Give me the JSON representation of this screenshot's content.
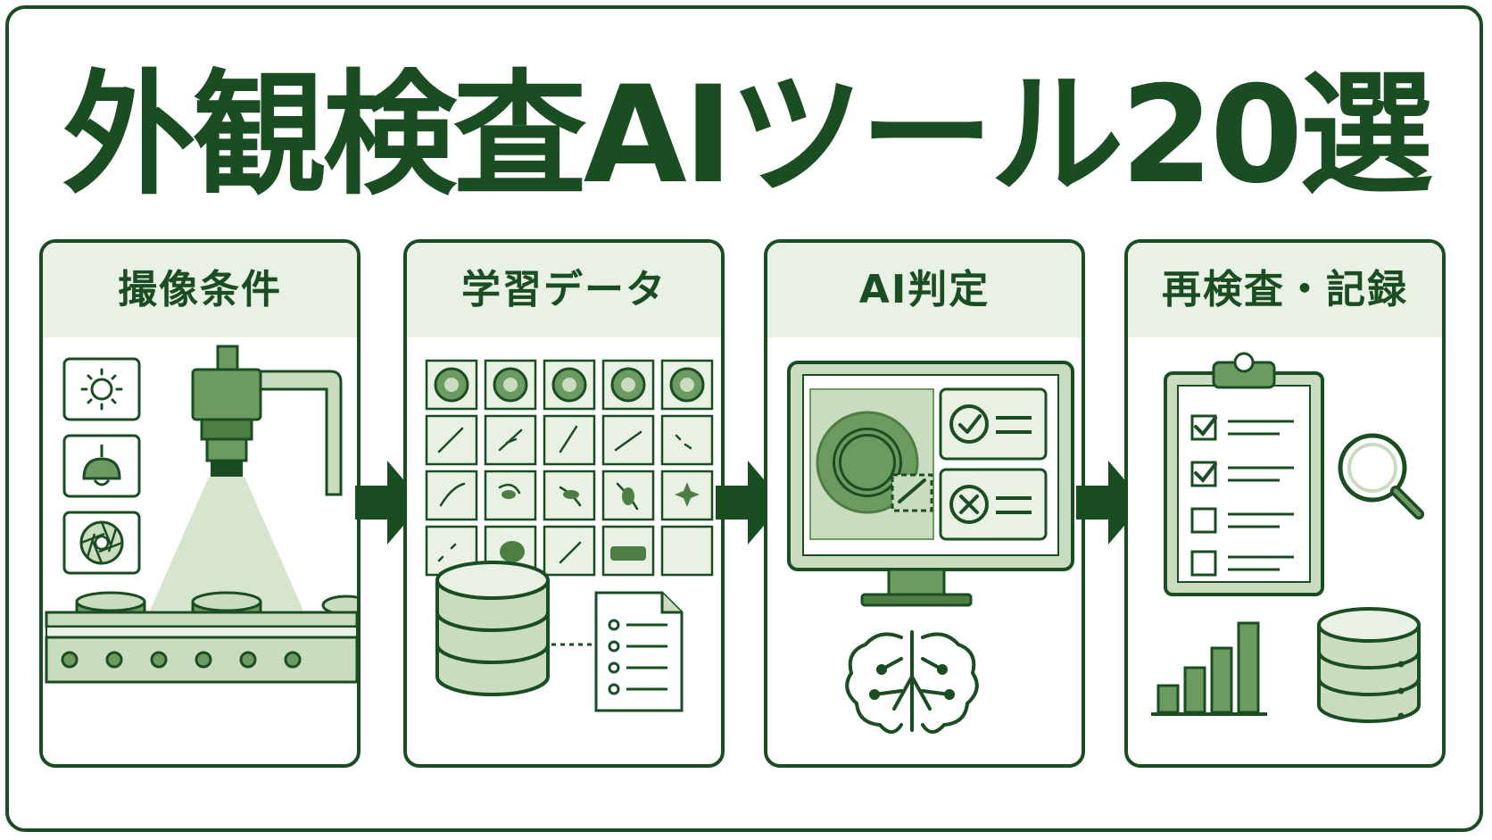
{
  "title": "外観検査AIツール20選",
  "steps": [
    {
      "label": "撮像条件"
    },
    {
      "label": "学習データ"
    },
    {
      "label": "AI判定"
    },
    {
      "label": "再検査・記録"
    }
  ],
  "colors": {
    "dark_green": "#1b4d23",
    "mid_green": "#6d9a61",
    "light_green": "#c9dcbf",
    "pale_green": "#e8f1e3"
  },
  "icons": {
    "step1": [
      "sun-icon",
      "lamp-icon",
      "aperture-icon",
      "camera-icon",
      "conveyor-icon"
    ],
    "step2": [
      "defect-sample-grid",
      "database-icon",
      "document-list-icon"
    ],
    "step3": [
      "monitor-icon",
      "check-icon",
      "cross-icon",
      "ai-brain-icon"
    ],
    "step4": [
      "clipboard-checklist-icon",
      "magnifier-icon",
      "bar-chart-icon",
      "database-icon"
    ]
  }
}
